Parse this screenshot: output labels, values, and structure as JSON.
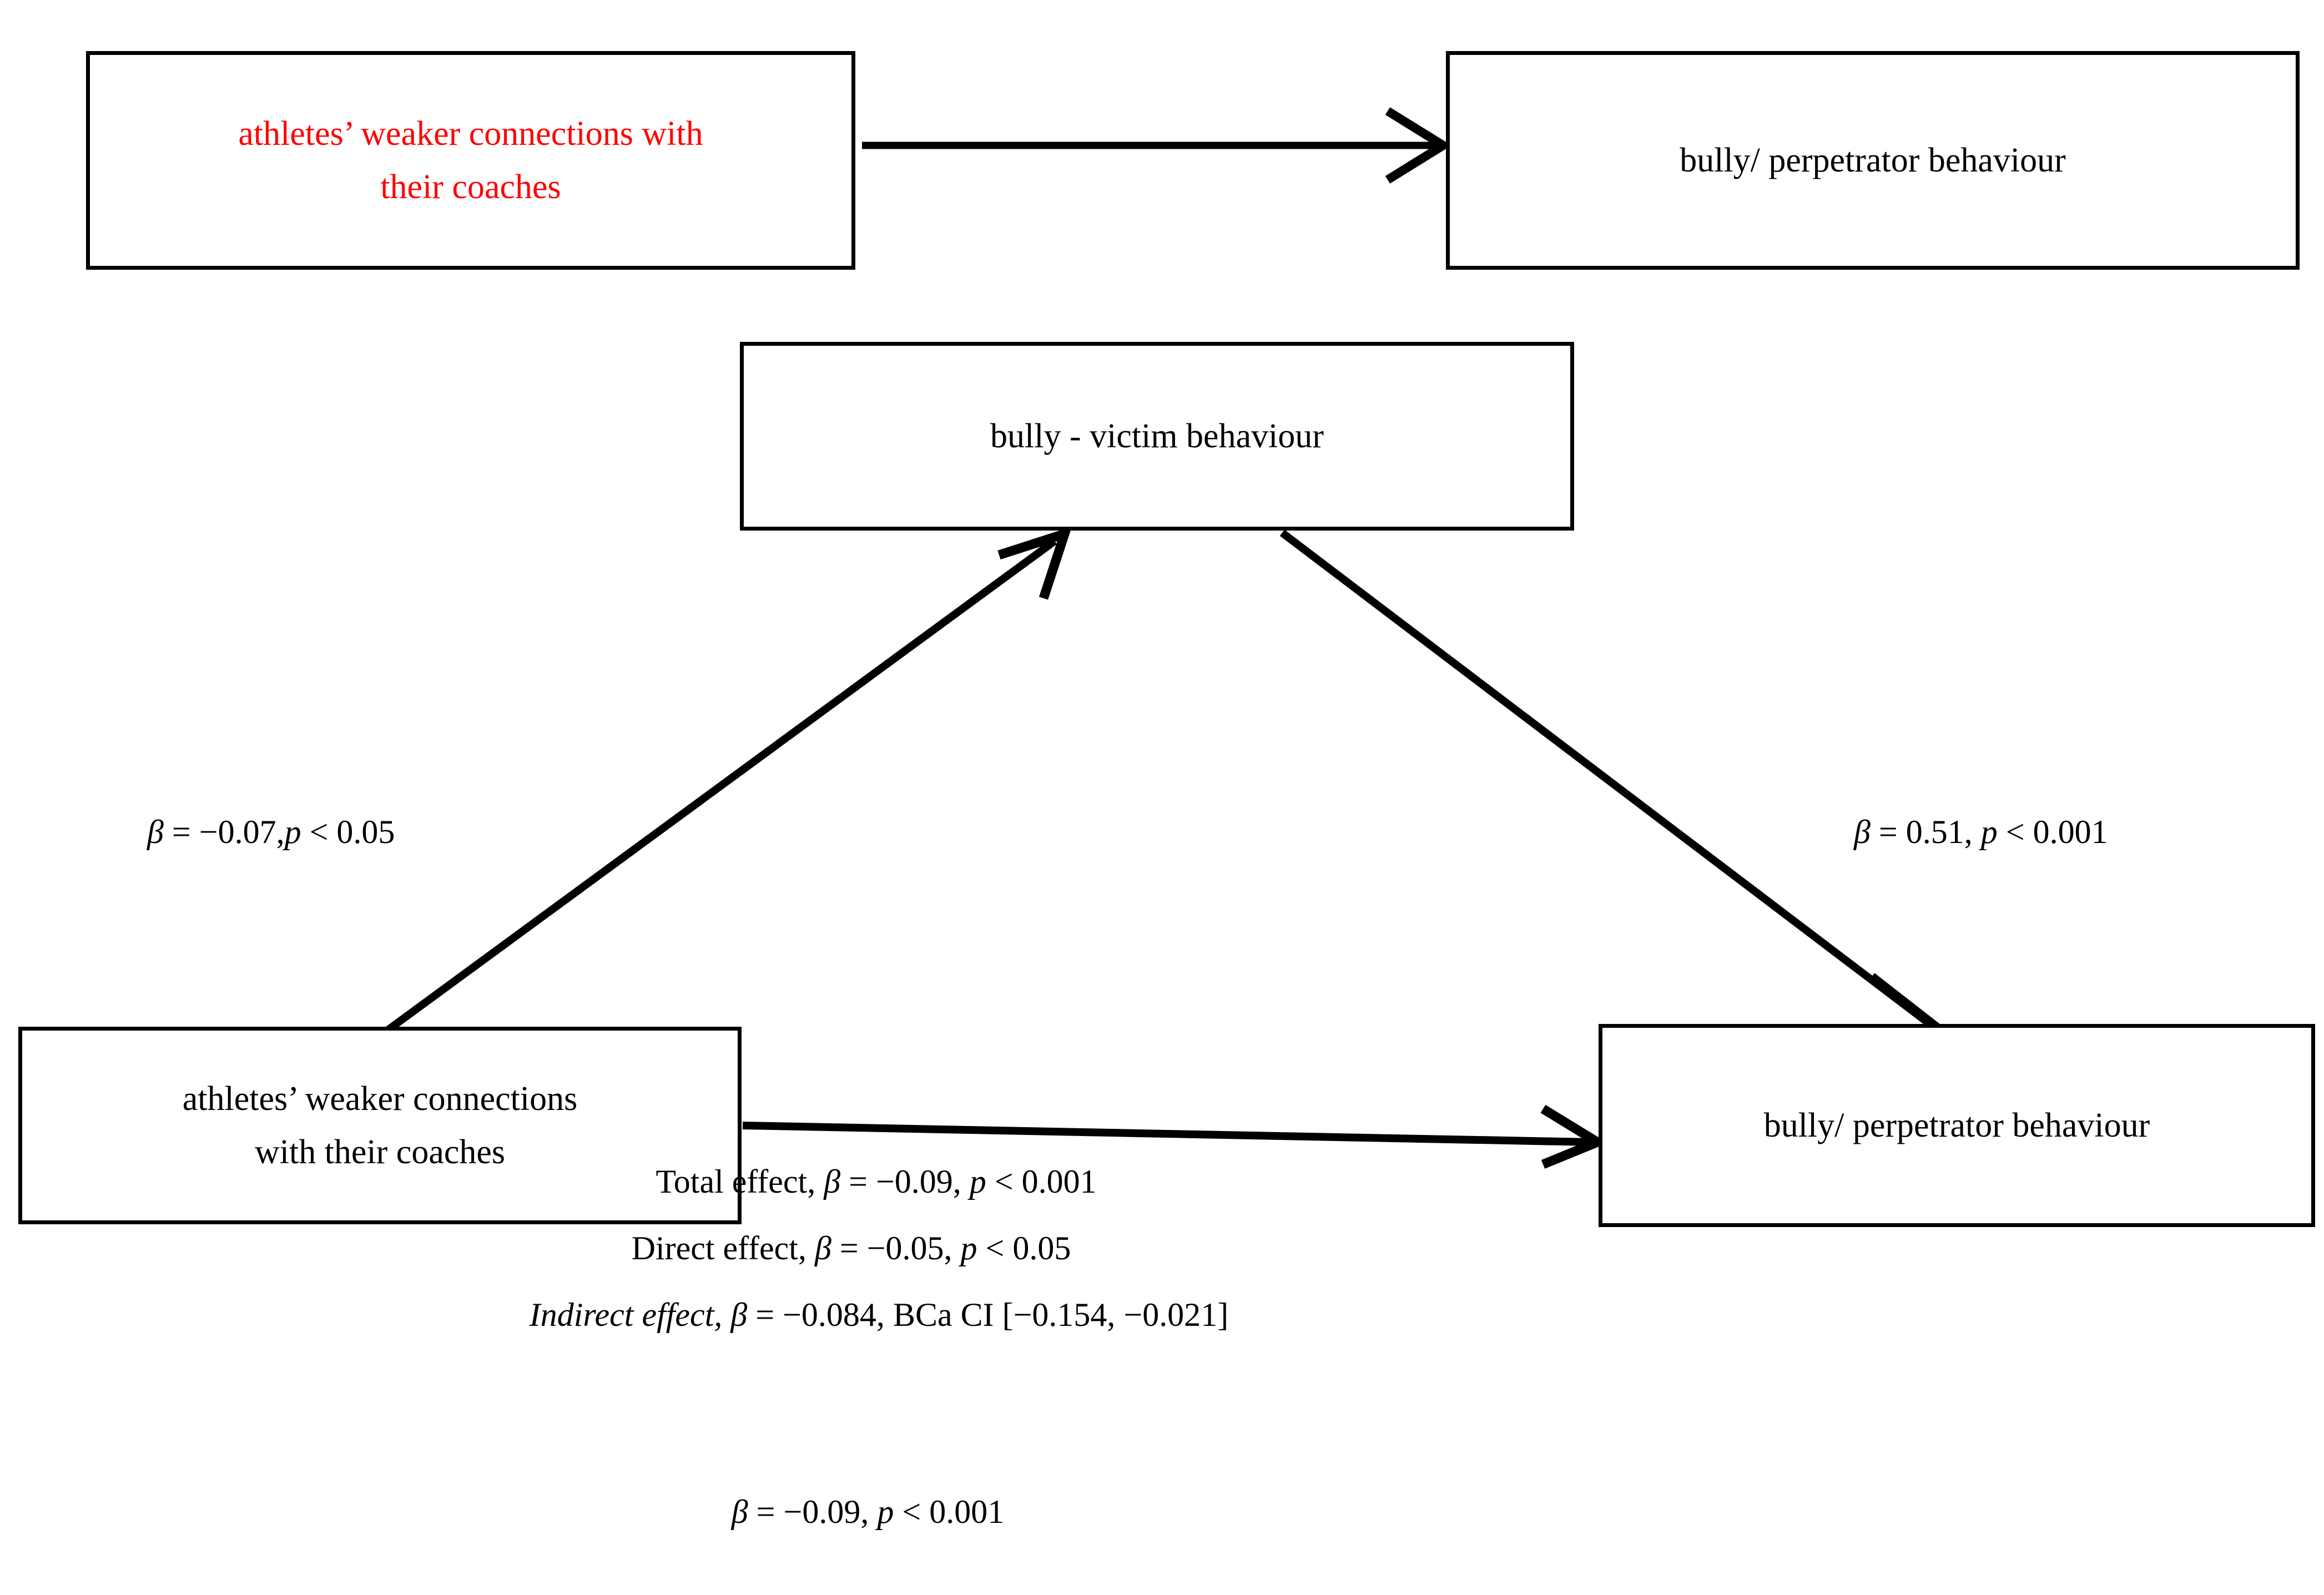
{
  "figure": {
    "type": "mediation-path-diagram",
    "background_color": "#ffffff",
    "line_color": "#000000",
    "highlight_color": "#ff0000"
  },
  "nodes": {
    "iv_top": {
      "text_line1": "athletes’ weaker connections with",
      "text_line2": "their coaches",
      "color": "#ff0000"
    },
    "dv_top": {
      "text": "bully/ perpetrator behaviour",
      "color": "#000000"
    },
    "mediator": {
      "text": "bully - victim behaviour",
      "color": "#000000"
    },
    "iv_bottom": {
      "text_line1": "athletes’ weaker connections",
      "text_line2": "with their coaches",
      "color": "#000000"
    },
    "dv_bottom": {
      "text": "bully/ perpetrator behaviour",
      "color": "#000000"
    }
  },
  "paths": {
    "a_path": {
      "beta_symbol": "β",
      "equals": " = ",
      "beta_value": "−0.07,",
      "p_symbol": "p",
      "p_value": " < 0.05",
      "full": "β = −0.07,p < 0.05"
    },
    "b_path": {
      "beta_symbol": "β",
      "equals": " = ",
      "beta_value": "0.51, ",
      "p_symbol": "p",
      "p_value": " < 0.001",
      "full": "β = 0.51, p < 0.001"
    }
  },
  "effects": {
    "total": {
      "prefix": "Total effect, ",
      "beta_symbol": "β",
      "beta_value": " = −0.09, ",
      "p_symbol": "p",
      "p_value": " < 0.001",
      "full": "Total effect, β = −0.09, p < 0.001"
    },
    "direct": {
      "prefix": "Direct effect, ",
      "beta_symbol": "β",
      "beta_value": " = −0.05, ",
      "p_symbol": "p",
      "p_value": " < 0.05",
      "full": "Direct effect, β = −0.05, p < 0.05"
    },
    "indirect": {
      "prefix": "Indirect effect, ",
      "beta_symbol": "β",
      "beta_value": " = −0.084, ",
      "ci_label": "BCa CI ",
      "ci_value": "[−0.154, −0.021]",
      "full": "Indirect effect, β = −0.084, BCa CI [−0.154, −0.021]"
    },
    "bottom_summary": {
      "beta_symbol": "β",
      "beta_value": " = −0.09, ",
      "p_symbol": "p",
      "p_value": " < 0.001",
      "full": "β = −0.09, p < 0.001"
    }
  },
  "arrows": {
    "top_direct": "arrow-iv-top-to-dv-top",
    "a_path": "arrow-iv-bottom-to-mediator",
    "b_path": "arrow-mediator-to-dv-bottom",
    "c_prime_path": "arrow-iv-bottom-to-dv-bottom"
  }
}
